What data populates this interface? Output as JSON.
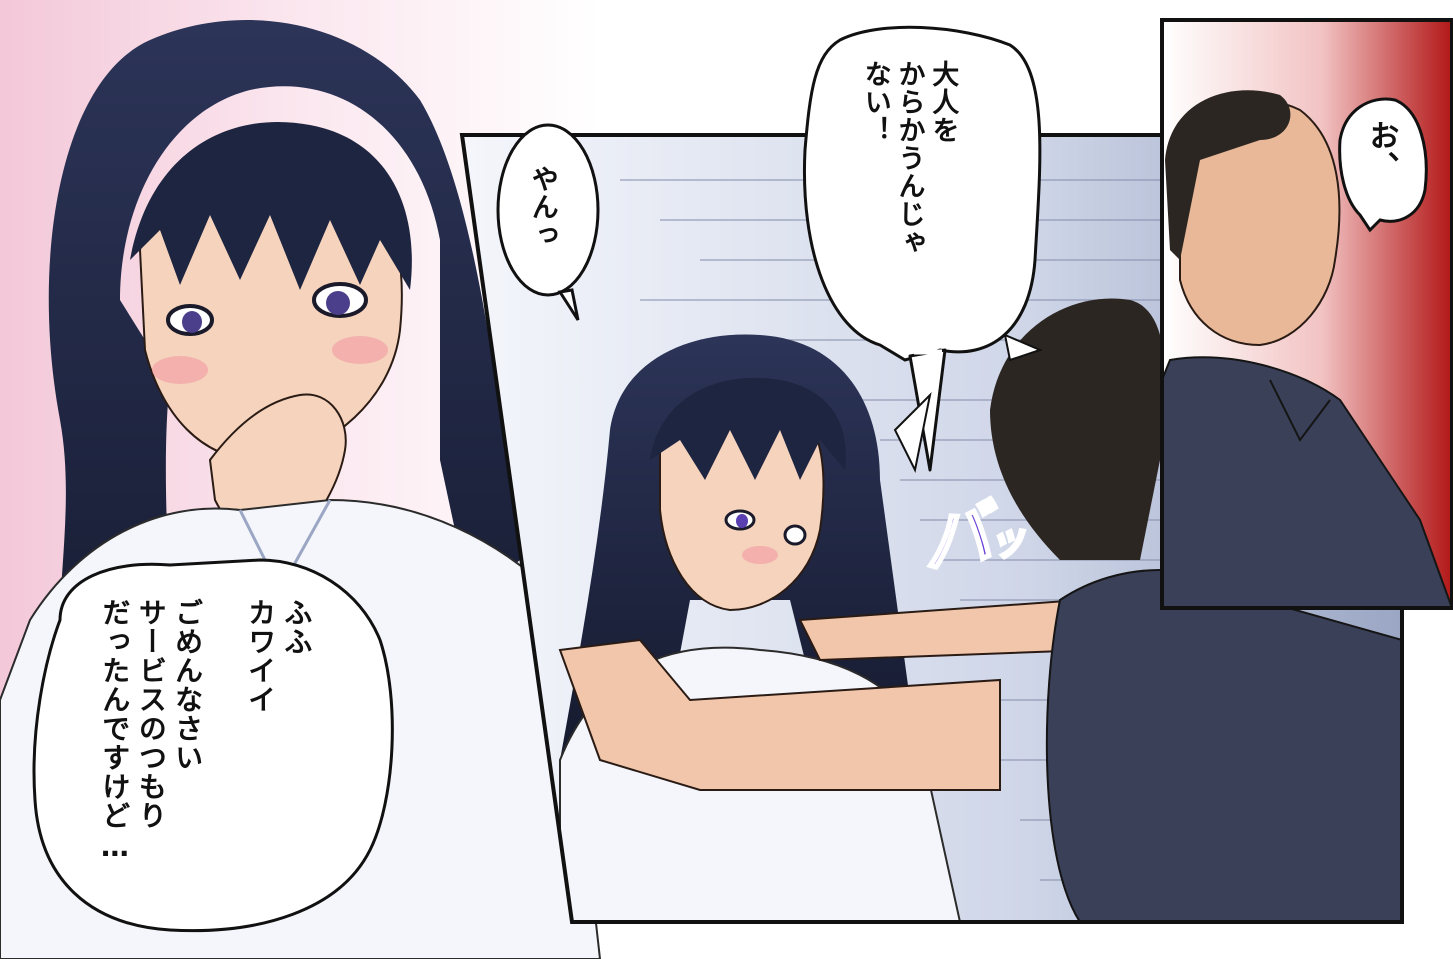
{
  "speech": {
    "otona": "大人を\nからかうんじゃ\nない！",
    "yan": "やんっ",
    "o": "お、",
    "fufu": "ふふ\nカワイイ\n\nごめんなさい\nサービスのつもり\nだったんですけど…"
  },
  "sfx": {
    "ba_main": "バ",
    "ba_tail": "ッ"
  },
  "colors": {
    "hair": "#1e2540",
    "shirt": "#f4f6fb",
    "skin": "#f6d3bd",
    "man_shirt": "#3a4058",
    "sfx": "#6a3fd6",
    "accent_red": "#b31818"
  }
}
